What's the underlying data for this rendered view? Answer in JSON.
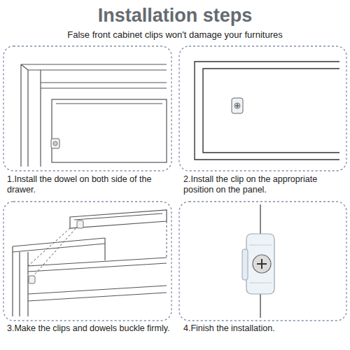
{
  "diagram": {
    "title": "Installation steps",
    "labels": [
      "False front cabinet clips won't damage your furnitures",
      "1.Install the dowel on both side of the drawer.",
      "2.Install the clip on the appropriate position on the panel.",
      "3.Make the clips and dowels buckle firmly.",
      "4.Finish the installation."
    ]
  }
}
